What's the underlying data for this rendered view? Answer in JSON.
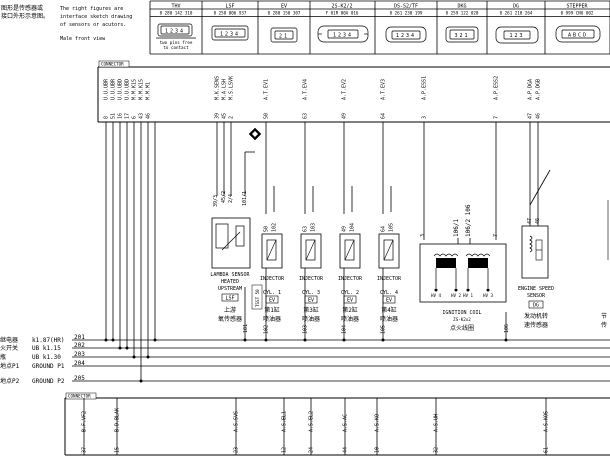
{
  "header": {
    "chinese_note": [
      "图形是传感器或",
      "接口外形示意图。"
    ],
    "english_note": [
      "The right figures are",
      "interface sketch drawing",
      "of sensors or acutors."
    ],
    "view_label": "Male front view",
    "components": [
      {
        "name": "THV",
        "part": "0 280 142 310",
        "pins": "1234",
        "subnote": [
          "two pins free",
          "to contact"
        ]
      },
      {
        "name": "LSF",
        "part": "0 258 006 937",
        "pins": "1234"
      },
      {
        "name": "EV",
        "part": "0 280 150 307",
        "pins": "21"
      },
      {
        "name": "2S-K2/2",
        "part": "F 01R 00A 016",
        "pins": "1234"
      },
      {
        "name": "DS-S2/TF",
        "part": "0 261 230 199",
        "pins": "1234"
      },
      {
        "name": "DKG",
        "part": "0 259 122 020",
        "pins": "321"
      },
      {
        "name": "DG",
        "part": "0 261 210 264",
        "pins": "123"
      },
      {
        "name": "STEPPER",
        "part": "0 999 CNO 002",
        "pins": "ABCD"
      }
    ]
  },
  "connector_top": {
    "label": "CONNECTOR",
    "pins": [
      {
        "num": "8",
        "signal": "U.U.UBR"
      },
      {
        "num": "51",
        "signal": "U.U.UBR"
      },
      {
        "num": "16",
        "signal": "U.U.UBD"
      },
      {
        "num": "17",
        "signal": "U.U.UBD"
      },
      {
        "num": "6",
        "signal": "M.M.K15"
      },
      {
        "num": "43",
        "signal": "M.M.K15"
      },
      {
        "num": "46",
        "signal": "M.M.M1"
      },
      {
        "num": "39",
        "signal": "M.K.SENS"
      },
      {
        "num": "45",
        "signal": "M.A.LSH"
      },
      {
        "num": "2",
        "signal": "M.S.LSVK"
      },
      {
        "num": "50",
        "signal": "A.T.EV1"
      },
      {
        "num": "63",
        "signal": "A.T.EV4"
      },
      {
        "num": "49",
        "signal": "A.T.EV2"
      },
      {
        "num": "64",
        "signal": "A.T.EV3"
      },
      {
        "num": "3",
        "signal": "A.P.ESS1"
      },
      {
        "num": "7",
        "signal": "A.P.ESS2"
      },
      {
        "num": "47",
        "signal": "A.P.DGA"
      },
      {
        "num": "46",
        "signal": "A.P.DGB"
      }
    ]
  },
  "components": {
    "lambda": {
      "pins": [
        "39/3",
        "45/2",
        "2/4",
        "101/1"
      ],
      "labels": [
        "LAMBDA SENSOR",
        "HEATED",
        "UPSTREAM"
      ],
      "code": "LSF",
      "cn": [
        "上游",
        "氧传感器"
      ],
      "side": "TSST 50",
      "bottom": "101"
    },
    "injectors": [
      {
        "pins": [
          "50",
          "102"
        ],
        "name": "INJECTOR",
        "cyl": "CYL. 1",
        "code": "EV",
        "cn": [
          "第1缸",
          "喷油器"
        ],
        "bottom": "102"
      },
      {
        "pins": [
          "63",
          "103"
        ],
        "name": "INJECTOR",
        "cyl": "CYL. 3",
        "code": "EV",
        "cn": [
          "第3缸",
          "喷油器"
        ],
        "bottom": "103"
      },
      {
        "pins": [
          "49",
          "104"
        ],
        "name": "INJECTOR",
        "cyl": "CYL. 2",
        "code": "EV",
        "cn": [
          "第2缸",
          "喷油器"
        ],
        "bottom": "104"
      },
      {
        "pins": [
          "64",
          "105"
        ],
        "name": "INJECTOR",
        "cyl": "CYL. 4",
        "code": "EV",
        "cn": [
          "第4缸",
          "喷油器"
        ],
        "bottom": "105"
      }
    ],
    "ignition": {
      "pins": [
        "3",
        "106/1",
        "106/2 106",
        "7"
      ],
      "name": "IGNITION COIL",
      "code": "ZS-K2x2",
      "cn": "点火线圈",
      "hv": [
        "HV 4",
        "HV 2",
        "HV 1",
        "HV 3"
      ],
      "bottom": "106"
    },
    "engine_speed": {
      "pins": [
        "47",
        "46"
      ],
      "labels": [
        "ENGINE SPEED",
        "SENSOR"
      ],
      "code": "DG",
      "cn": [
        "发动机转",
        "速传感器"
      ]
    },
    "right_cut": {
      "cn": [
        "节",
        "传"
      ]
    }
  },
  "supply_lines": [
    {
      "num": "201",
      "label": "k1.87(HR)",
      "cn": "继电器"
    },
    {
      "num": "202",
      "label": "UB k1.15",
      "cn": "火开关"
    },
    {
      "num": "203",
      "label": "UB k1.30",
      "cn": "瓶"
    },
    {
      "num": "204",
      "label": "GROUND P1",
      "cn": "地点P1"
    },
    {
      "num": "205",
      "label": "GROUND P2",
      "cn": "地点P2"
    }
  ],
  "connector_bottom": {
    "label": "CONNECTOR",
    "pins": [
      {
        "num": "37",
        "signal": "B.F.VF2"
      },
      {
        "num": "15",
        "signal": "B.D.BLAK"
      },
      {
        "num": "23",
        "signal": "A.S.SVS"
      },
      {
        "num": "12",
        "signal": "A.S.EL1"
      },
      {
        "num": "24",
        "signal": "A.S.EL2"
      },
      {
        "num": "44",
        "signal": "A.S.AC"
      },
      {
        "num": "10",
        "signal": "A.S.KO"
      },
      {
        "num": "32",
        "signal": "A.S.UH"
      },
      {
        "num": "61",
        "signal": "A.S.KOS"
      }
    ]
  }
}
